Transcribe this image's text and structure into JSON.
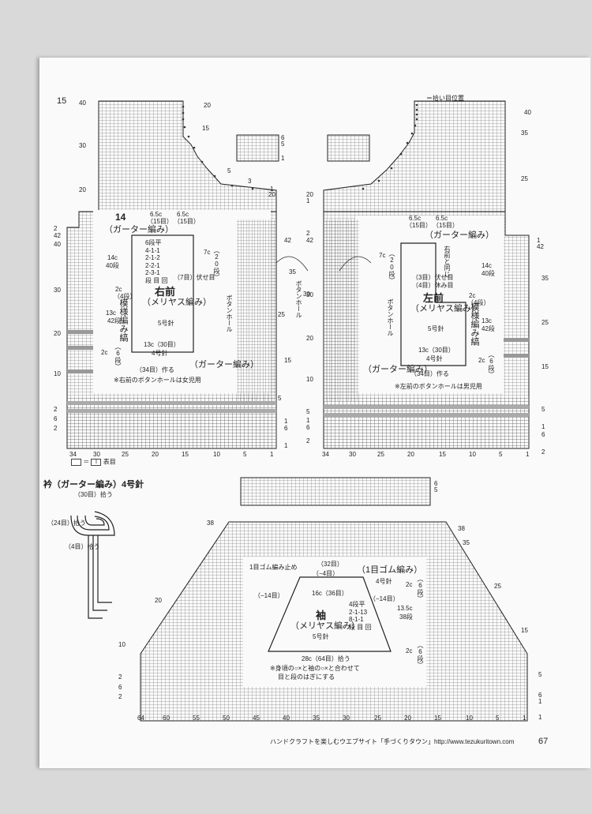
{
  "page": {
    "diagram_number": "15",
    "legend_pickup": "＝拾い目位置",
    "legend_stitch_eq": "＝",
    "legend_stitch_glyph": "I",
    "legend_stitch_label": "表目",
    "footer_text": "ハンドクラフトを楽しむウエブサイト「手づくりタウン」http://www.tezukuritown.com",
    "page_number": "67"
  },
  "right_front": {
    "number": "14",
    "border_label": "（ガーター編み）",
    "title": "右前",
    "subtitle": "（メリヤス編み）",
    "needle": "5号針",
    "top_width_a": "6.5c",
    "top_width_a_sts": "（15目）",
    "top_width_b": "6.5c",
    "top_width_b_sts": "（15目）",
    "shaping": [
      "6段平",
      "4-1-1",
      "2-1-2",
      "2-2-1",
      "2-3-1",
      "段 目 回"
    ],
    "bind_off": "（7目）伏せ目",
    "neck_depth": "7c",
    "neck_rows": "（20段）",
    "side_len": "14c",
    "side_rows": "40段",
    "pattern": "模様編み縞",
    "lower_len": "13c",
    "lower_rows": "42段",
    "hem_len": "2c",
    "hem_rows": "（4段）",
    "hem_len2": "2c",
    "hem_rows2": "（6段）",
    "buttonhole": "ボタンホール",
    "bottom_width": "13c（30目）",
    "needle_small": "4号針",
    "cast_on": "（34目）作る",
    "border_label_b": "（ガーター編み）",
    "note": "※右前のボタンホールは女児用"
  },
  "left_front": {
    "border_label": "（ガーター編み）",
    "title": "左前",
    "subtitle": "（メリヤス編み）",
    "needle": "5号針",
    "top_width_a": "6.5c",
    "top_width_a_sts": "（15目）",
    "top_width_b": "6.5c",
    "top_width_b_sts": "（15目）",
    "same": "右前と同じ",
    "bind_off": "（3目）伏せ目",
    "rest": "（4目）休み目",
    "neck_depth": "7c",
    "neck_rows": "（20段）",
    "side_len": "14c",
    "side_rows": "40段",
    "pattern": "模様編み縞",
    "lower_len": "13c",
    "lower_rows": "42段",
    "hem_len": "2c",
    "hem_rows": "（4段）",
    "hem_len2": "2c",
    "hem_rows2": "（6段）",
    "buttonhole": "ボタンホール",
    "bottom_width": "13c（30目）",
    "needle_small": "4号針",
    "cast_on": "（34目）作る",
    "border_label_b": "（ガーター編み）",
    "note": "※左前のボタンホールは男児用"
  },
  "center": {
    "len": "35",
    "rows": "30",
    "buttonhole": "ボタンホール"
  },
  "collar": {
    "title": "衿（ガーター編み）4号針",
    "pick_a": "（30目）拾う",
    "pick_b": "（24目）拾う",
    "pick_c": "（4目）拾う"
  },
  "sleeve": {
    "rib_stop": "1目ゴム編み止め",
    "rib_title": "（1目ゴム編み）",
    "rib_needle": "4号針",
    "top_sts": "（32目）",
    "dec_a": "（−4目）",
    "dec_b": "（−14目）",
    "dec_c": "（−14目）",
    "top_width": "16c（36目）",
    "shaping": [
      "4段平",
      "2-1-13",
      "8-1-1",
      "段 目 回"
    ],
    "title": "袖",
    "subtitle": "（メリヤス編み）",
    "needle": "5号針",
    "rib_len": "2c",
    "rib_rows": "（6段）",
    "body_len": "13.5c",
    "body_rows": "38段",
    "hem_len": "2c",
    "hem_rows": "（6段）",
    "bottom": "28c（64目）拾う",
    "note1": "※身頃の○×と袖の○×と合わせて",
    "note2": "目と段のはぎにする"
  },
  "counts": {
    "rf_top_left": [
      "40",
      "30",
      "20"
    ],
    "rf_top_right": [
      "20",
      "15",
      "5",
      "3",
      "1",
      "20"
    ],
    "rf_left": [
      "2",
      "42",
      "40",
      "30",
      "20",
      "10",
      "2",
      "6",
      "2"
    ],
    "rf_right": [
      "42",
      "25",
      "15",
      "5",
      "1",
      "6",
      "1"
    ],
    "rf_bottom": [
      "34",
      "30",
      "25",
      "20",
      "15",
      "10",
      "5",
      "1"
    ],
    "lf_top_right": [
      "40",
      "35",
      "25"
    ],
    "lf_left": [
      "20",
      "1",
      "2",
      "42",
      "30",
      "20",
      "10",
      "5",
      "1",
      "6",
      "2"
    ],
    "lf_right": [
      "1",
      "42",
      "35",
      "25",
      "15",
      "5",
      "1",
      "6",
      "2"
    ],
    "lf_bottom": [
      "34",
      "30",
      "25",
      "20",
      "15",
      "10",
      "5",
      "1"
    ],
    "strip_a": [
      "6",
      "5",
      "1"
    ],
    "strip_b": [
      "6",
      "5"
    ],
    "sl_left": [
      "38",
      "20",
      "10",
      "2",
      "6",
      "2"
    ],
    "sl_right": [
      "38",
      "35",
      "25",
      "15",
      "5",
      "1",
      "6",
      "1"
    ],
    "sl_bottom": [
      "64",
      "60",
      "55",
      "50",
      "45",
      "40",
      "35",
      "30",
      "25",
      "20",
      "15",
      "10",
      "5",
      "1"
    ]
  }
}
